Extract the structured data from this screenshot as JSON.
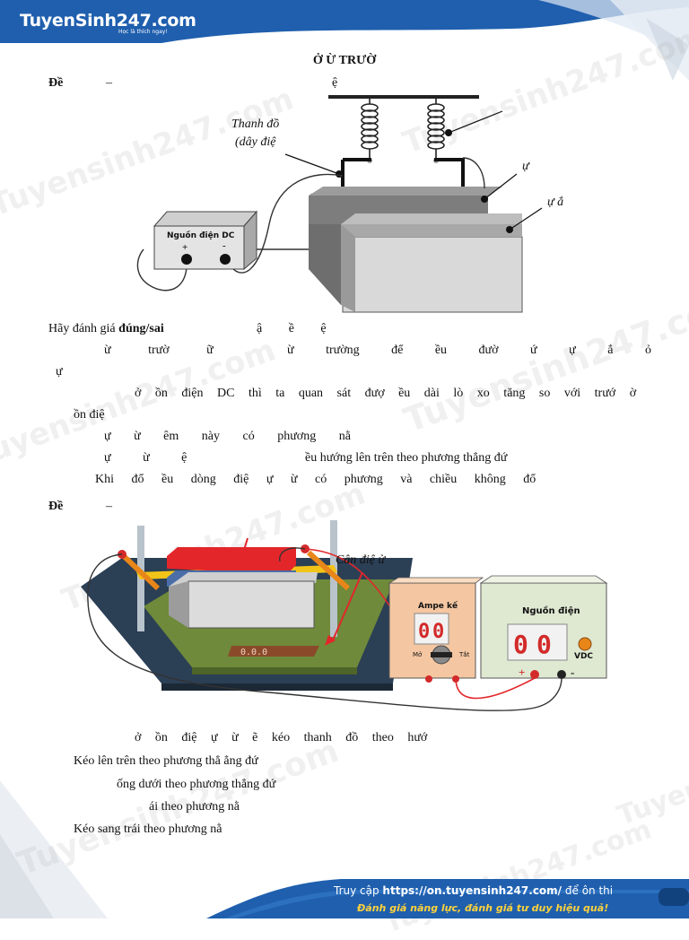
{
  "header": {
    "logo": "TuyenSinh247.com",
    "logo_tagline": "Học là thích ngay!"
  },
  "watermark": "Tuyensinh247.com",
  "doc": {
    "title": "Ở Ừ TRƯỜ",
    "q1_label": "Đề",
    "q1_dash": "–",
    "q1_fig_top": "ệ",
    "fig1": {
      "bar_label_1": "Thanh đồ",
      "bar_label_2": "(dây điệ",
      "label_r1": "ự",
      "label_r2": "ự ắ",
      "dc_title": "Nguồn điện DC",
      "plus": "+",
      "minus": "-"
    },
    "q1_lead_a": "Hãy đánh giá",
    "q1_lead_b": "đúng/sai",
    "q1_lead_c": "ậ ề ệ",
    "s1a": "ừ trườ ữ",
    "s1b": "ừ trường để ều đườ ứ ự ắ ỏ",
    "s1c": "ự",
    "s2a": "ở ồn điện DC thì ta quan sát đượ ều dài lò xo tăng so với trướ ờ",
    "s2b": "ồn điệ",
    "s3": "ự ừ êm này có phương nằ",
    "s4a": "ự ừ ệ",
    "s4b": "ều hướng lên trên theo phương thẳng đứ",
    "s5": "Khi đổ ều dòng điệ ự ừ có phương và chiều không đổ",
    "q2_label": "Đề",
    "q2_dash": "–",
    "fig2": {
      "balance_label": "Cân điệ ử",
      "ammeter_title": "Ampe kế",
      "ammeter_on": "Mở",
      "ammeter_off": "Tắt",
      "source_title": "Nguồn điện",
      "source_vdc": "VDC",
      "plus": "+",
      "minus": "-"
    },
    "q2_stem": "ở ồn điệ ự ừ ẽ kéo thanh đồ theo hướ",
    "optA": "Kéo lên trên theo phương thẳ ẳng đứ",
    "optB": "ống dưới theo phương thẳng đứ",
    "optC": "ái theo phương nằ",
    "optD": "Kéo sang trái theo phương nằ"
  },
  "footer": {
    "line1_a": "Truy cập",
    "line1_url": "https://on.tuyensinh247.com/",
    "line1_b": "để ôn thi",
    "line2": "Đánh giá năng lực, đánh giá tư duy hiệu quả!"
  },
  "colors": {
    "brand_blue": "#1f5fae",
    "accent_yellow": "#ffd23a",
    "magnet_red": "#e3262a",
    "bar_orange": "#e8861a"
  }
}
